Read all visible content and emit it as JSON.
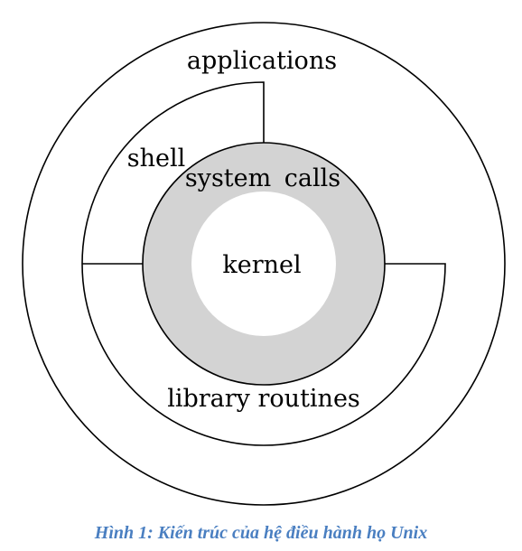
{
  "diagram": {
    "layers": {
      "outer": "applications",
      "middle_upper": "shell",
      "middle_lower": "library routines",
      "ring": "system calls",
      "center": "kernel"
    },
    "colors": {
      "stroke": "#000000",
      "ring_fill": "#d3d3d3",
      "kernel_fill": "#ffffff",
      "caption": "#4a7fc1"
    }
  },
  "caption": "Hình 1: Kiến trúc của hệ điều hành họ Unix"
}
